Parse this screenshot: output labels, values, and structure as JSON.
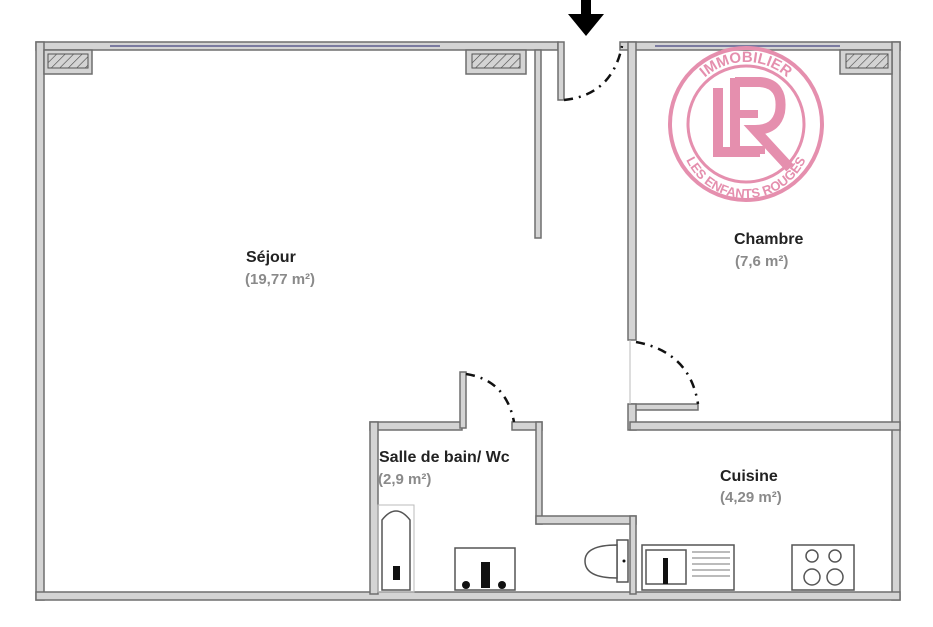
{
  "rooms": [
    {
      "name": "Séjour",
      "area": "(19,77 m²)"
    },
    {
      "name": "Chambre",
      "area": "(7,6 m²)"
    },
    {
      "name": "Salle de bain/ Wc",
      "area": "(2,9 m²)"
    },
    {
      "name": "Cuisine",
      "area": "(4,29 m²)"
    }
  ],
  "logo": {
    "top_text": "IMMOBILIER",
    "monogram": "LER",
    "bottom_text": "LES ENFANTS ROUGES",
    "color": "#e58fae"
  },
  "entrance_icon": "arrow-down-icon"
}
